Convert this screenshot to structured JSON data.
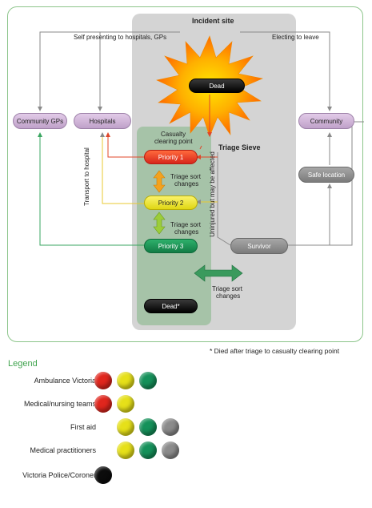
{
  "incident_site": {
    "title": "Incident site",
    "dead_label": "Dead"
  },
  "top_labels": {
    "self_presenting": "Self presenting to hospitals, GPs",
    "electing_to_leave": "Electing to leave"
  },
  "nodes": {
    "community_gps": "Community GPs",
    "hospitals": "Hospitals",
    "community": "Community",
    "safe_location": "Safe location",
    "survivor": "Survivor"
  },
  "casualty_clearing_point": {
    "title_line1": "Casualty",
    "title_line2": "clearing point",
    "priority1": "Priority 1",
    "priority2": "Priority 2",
    "priority3": "Priority 3",
    "dead_star": "Dead*"
  },
  "triage_sieve": "Triage Sieve",
  "triage_sort_changes": {
    "line1": "Triage sort",
    "line2": "changes"
  },
  "vertical_labels": {
    "transport_to_hospital": "Transport to hospital",
    "uninjured": "Uninjured but may be affected"
  },
  "footnote": "* Died after triage to casualty clearing point",
  "legend": {
    "title": "Legend",
    "rows": [
      {
        "name": "Ambulance Victoria",
        "dots": [
          "red",
          "yellow",
          "green"
        ]
      },
      {
        "name": "Medical/nursing teams",
        "dots": [
          "red",
          "yellow"
        ]
      },
      {
        "name": "First aid",
        "dots": [
          "yellow",
          "green",
          "gray"
        ]
      },
      {
        "name": "Medical practitioners",
        "dots": [
          "yellow",
          "green",
          "gray"
        ]
      },
      {
        "name": "Victoria Police/Coroner",
        "dots": [
          "black"
        ]
      }
    ]
  },
  "colors": {
    "red": "#e0261d",
    "yellow": "#e6e019",
    "green": "#15915a",
    "gray": "#8b8b8b",
    "black": "#0c0c0c",
    "frame": "#8cc58a",
    "purple": "#c9aed2"
  }
}
